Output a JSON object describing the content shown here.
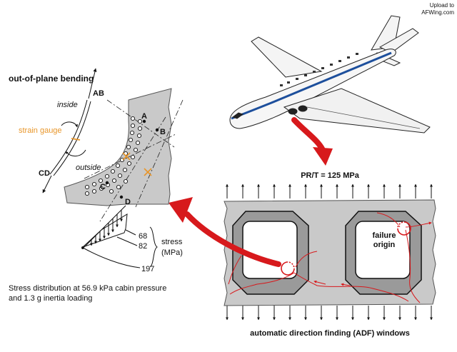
{
  "watermark": {
    "line1": "Upload to",
    "line2": "AFWing.com"
  },
  "bending": {
    "title": "out-of-plane bending",
    "inside": "inside",
    "outside": "outside",
    "strain_gauge": "strain gauge",
    "ab": "AB",
    "cd": "CD"
  },
  "points": {
    "a": "A",
    "b": "B",
    "c": "C",
    "d": "D"
  },
  "stress": {
    "v68": "68",
    "v82": "82",
    "v197": "197",
    "label1": "stress",
    "label2": "(MPa)",
    "caption1": "Stress distribution at 56.9 kPa cabin pressure",
    "caption2": "and 1.3 g inertia loading"
  },
  "panel": {
    "hoop": "PR/T = 125 MPa",
    "failure1": "failure",
    "failure2": "origin",
    "caption": "automatic direction finding (ADF) windows"
  },
  "colors": {
    "red": "#d7191c",
    "orange": "#e8962a",
    "panel_gray": "#c9c9c9",
    "window_gray": "#9a9a9a",
    "stripe_blue": "#1d4f9c"
  }
}
